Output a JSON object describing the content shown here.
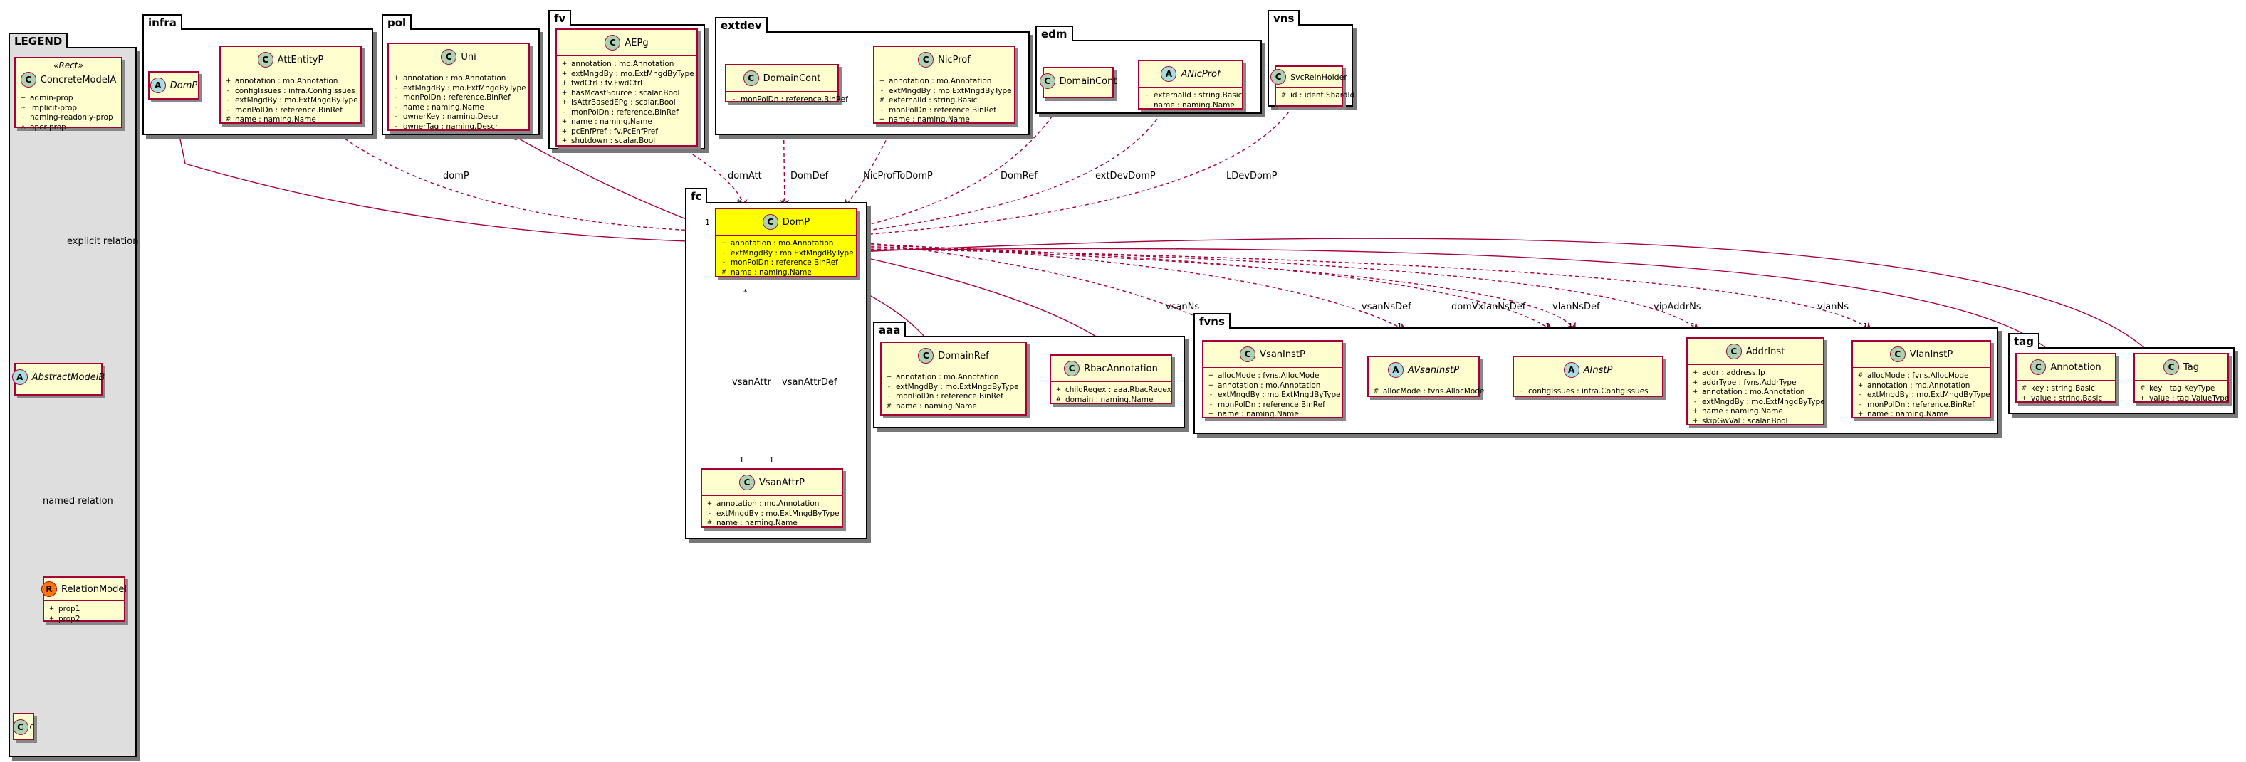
{
  "legend": {
    "tab": "LEGEND",
    "concrete": {
      "stereotype": "«Rect»",
      "name": "ConcreteModelA",
      "badge": "C",
      "attrs": [
        {
          "v": "+",
          "t": "admin-prop"
        },
        {
          "v": "~",
          "t": "implicit-prop"
        },
        {
          "v": "-",
          "t": "naming-readonly-prop"
        },
        {
          "v": "△",
          "t": "oper-prop"
        }
      ]
    },
    "abstract": {
      "name": "AbstractModelB",
      "badge": "A"
    },
    "relation": {
      "name": "RelationModel",
      "badge": "R",
      "attrs": [
        {
          "v": "+",
          "t": "prop1"
        },
        {
          "v": "+",
          "t": "prop2"
        }
      ]
    },
    "c": {
      "name": "C",
      "badge": "C"
    },
    "explicit_label": "explicit relation",
    "named_label": "named relation"
  },
  "packages": {
    "infra": {
      "tab": "infra",
      "domp": {
        "name": "DomP",
        "badge": "A"
      },
      "attentityp": {
        "name": "AttEntityP",
        "badge": "C",
        "attrs": [
          {
            "v": "+",
            "t": "annotation : mo.Annotation"
          },
          {
            "v": "-",
            "t": "configIssues : infra.ConfigIssues"
          },
          {
            "v": "-",
            "t": "extMngdBy : mo.ExtMngdByType"
          },
          {
            "v": "-",
            "t": "monPolDn : reference.BinRef"
          },
          {
            "v": "#",
            "t": "name : naming.Name"
          }
        ]
      }
    },
    "pol": {
      "tab": "pol",
      "uni": {
        "name": "Uni",
        "badge": "C",
        "attrs": [
          {
            "v": "+",
            "t": "annotation : mo.Annotation"
          },
          {
            "v": "-",
            "t": "extMngdBy : mo.ExtMngdByType"
          },
          {
            "v": "-",
            "t": "monPolDn : reference.BinRef"
          },
          {
            "v": "-",
            "t": "name : naming.Name"
          },
          {
            "v": "-",
            "t": "ownerKey : naming.Descr"
          },
          {
            "v": "-",
            "t": "ownerTag : naming.Descr"
          }
        ]
      }
    },
    "fv": {
      "tab": "fv",
      "aepg": {
        "name": "AEPg",
        "badge": "C",
        "attrs": [
          {
            "v": "+",
            "t": "annotation : mo.Annotation"
          },
          {
            "v": "+",
            "t": "extMngdBy : mo.ExtMngdByType"
          },
          {
            "v": "+",
            "t": "fwdCtrl : fv.FwdCtrl"
          },
          {
            "v": "+",
            "t": "hasMcastSource : scalar.Bool"
          },
          {
            "v": "+",
            "t": "isAttrBasedEPg : scalar.Bool"
          },
          {
            "v": "-",
            "t": "monPolDn : reference.BinRef"
          },
          {
            "v": "+",
            "t": "name : naming.Name"
          },
          {
            "v": "+",
            "t": "pcEnfPref : fv.PcEnfPref"
          },
          {
            "v": "+",
            "t": "shutdown : scalar.Bool"
          }
        ]
      }
    },
    "extdev": {
      "tab": "extdev",
      "domaincont": {
        "name": "DomainCont",
        "badge": "C",
        "attrs": [
          {
            "v": "-",
            "t": "monPolDn : reference.BinRef"
          }
        ]
      },
      "nicprof": {
        "name": "NicProf",
        "badge": "C",
        "attrs": [
          {
            "v": "+",
            "t": "annotation : mo.Annotation"
          },
          {
            "v": "-",
            "t": "extMngdBy : mo.ExtMngdByType"
          },
          {
            "v": "#",
            "t": "externalId : string.Basic"
          },
          {
            "v": "-",
            "t": "monPolDn : reference.BinRef"
          },
          {
            "v": "+",
            "t": "name : naming.Name"
          }
        ]
      }
    },
    "edm": {
      "tab": "edm",
      "domaincont": {
        "name": "DomainCont",
        "badge": "C"
      },
      "anicprof": {
        "name": "ANicProf",
        "badge": "A",
        "attrs": [
          {
            "v": "-",
            "t": "externalId : string.Basic"
          },
          {
            "v": "-",
            "t": "name : naming.Name"
          }
        ]
      }
    },
    "vns": {
      "tab": "vns",
      "svcrelnholder": {
        "name": "SvcRelnHolder",
        "badge": "C",
        "attrs": [
          {
            "v": "#",
            "t": "id : ident.ShardId"
          }
        ]
      }
    },
    "fc": {
      "tab": "fc",
      "domp": {
        "name": "DomP",
        "badge": "C",
        "attrs": [
          {
            "v": "+",
            "t": "annotation : mo.Annotation"
          },
          {
            "v": "-",
            "t": "extMngdBy : mo.ExtMngdByType"
          },
          {
            "v": "-",
            "t": "monPolDn : reference.BinRef"
          },
          {
            "v": "#",
            "t": "name : naming.Name"
          }
        ]
      },
      "vsanattrp": {
        "name": "VsanAttrP",
        "badge": "C",
        "attrs": [
          {
            "v": "+",
            "t": "annotation : mo.Annotation"
          },
          {
            "v": "-",
            "t": "extMngdBy : mo.ExtMngdByType"
          },
          {
            "v": "#",
            "t": "name : naming.Name"
          }
        ]
      }
    },
    "aaa": {
      "tab": "aaa",
      "domainref": {
        "name": "DomainRef",
        "badge": "C",
        "attrs": [
          {
            "v": "+",
            "t": "annotation : mo.Annotation"
          },
          {
            "v": "-",
            "t": "extMngdBy : mo.ExtMngdByType"
          },
          {
            "v": "-",
            "t": "monPolDn : reference.BinRef"
          },
          {
            "v": "#",
            "t": "name : naming.Name"
          }
        ]
      },
      "rbacannotation": {
        "name": "RbacAnnotation",
        "badge": "C",
        "attrs": [
          {
            "v": "+",
            "t": "childRegex : aaa.RbacRegex"
          },
          {
            "v": "#",
            "t": "domain : naming.Name"
          }
        ]
      }
    },
    "fvns": {
      "tab": "fvns",
      "vsaninstp": {
        "name": "VsanInstP",
        "badge": "C",
        "attrs": [
          {
            "v": "+",
            "t": "allocMode : fvns.AllocMode"
          },
          {
            "v": "+",
            "t": "annotation : mo.Annotation"
          },
          {
            "v": "-",
            "t": "extMngdBy : mo.ExtMngdByType"
          },
          {
            "v": "-",
            "t": "monPolDn : reference.BinRef"
          },
          {
            "v": "+",
            "t": "name : naming.Name"
          }
        ]
      },
      "avsaninstp": {
        "name": "AVsanInstP",
        "badge": "A",
        "attrs": [
          {
            "v": "#",
            "t": "allocMode : fvns.AllocMode"
          }
        ]
      },
      "ainstp": {
        "name": "AInstP",
        "badge": "A",
        "attrs": [
          {
            "v": "-",
            "t": "configIssues : infra.ConfigIssues"
          }
        ]
      },
      "addrinst": {
        "name": "AddrInst",
        "badge": "C",
        "attrs": [
          {
            "v": "+",
            "t": "addr : address.Ip"
          },
          {
            "v": "+",
            "t": "addrType : fvns.AddrType"
          },
          {
            "v": "+",
            "t": "annotation : mo.Annotation"
          },
          {
            "v": "-",
            "t": "extMngdBy : mo.ExtMngdByType"
          },
          {
            "v": "+",
            "t": "name : naming.Name"
          },
          {
            "v": "+",
            "t": "skipGwVal : scalar.Bool"
          }
        ]
      },
      "vlaninstp": {
        "name": "VlanInstP",
        "badge": "C",
        "attrs": [
          {
            "v": "#",
            "t": "allocMode : fvns.AllocMode"
          },
          {
            "v": "+",
            "t": "annotation : mo.Annotation"
          },
          {
            "v": "-",
            "t": "extMngdBy : mo.ExtMngdByType"
          },
          {
            "v": "-",
            "t": "monPolDn : reference.BinRef"
          },
          {
            "v": "+",
            "t": "name : naming.Name"
          }
        ]
      }
    },
    "tag": {
      "tab": "tag",
      "annotation": {
        "name": "Annotation",
        "badge": "C",
        "attrs": [
          {
            "v": "#",
            "t": "key : string.Basic"
          },
          {
            "v": "+",
            "t": "value : string.Basic"
          }
        ]
      },
      "tag": {
        "name": "Tag",
        "badge": "C",
        "attrs": [
          {
            "v": "#",
            "t": "key : tag.KeyType"
          },
          {
            "v": "+",
            "t": "value : tag.ValueType"
          }
        ]
      }
    }
  },
  "edge_labels": {
    "domP": "domP",
    "domAtt": "domAtt",
    "DomDef": "DomDef",
    "NicProfToDomP": "NicProfToDomP",
    "DomRef": "DomRef",
    "extDevDomP": "extDevDomP",
    "LDevDomP": "LDevDomP",
    "vsanNs": "vsanNs",
    "vsanNsDef": "vsanNsDef",
    "domVxlanNsDef": "domVxlanNsDef",
    "vlanNsDef": "vlanNsDef",
    "vipAddrNs": "vipAddrNs",
    "vlanNs": "vlanNs",
    "vsanAttr": "vsanAttr",
    "vsanAttrDef": "vsanAttrDef"
  },
  "multiplicities": {
    "one": "1",
    "many": "*"
  },
  "colors": {
    "class_fill": "#fefece",
    "class_border": "#a80036",
    "highlight": "#ffff00",
    "legend_bg": "#dedede"
  }
}
